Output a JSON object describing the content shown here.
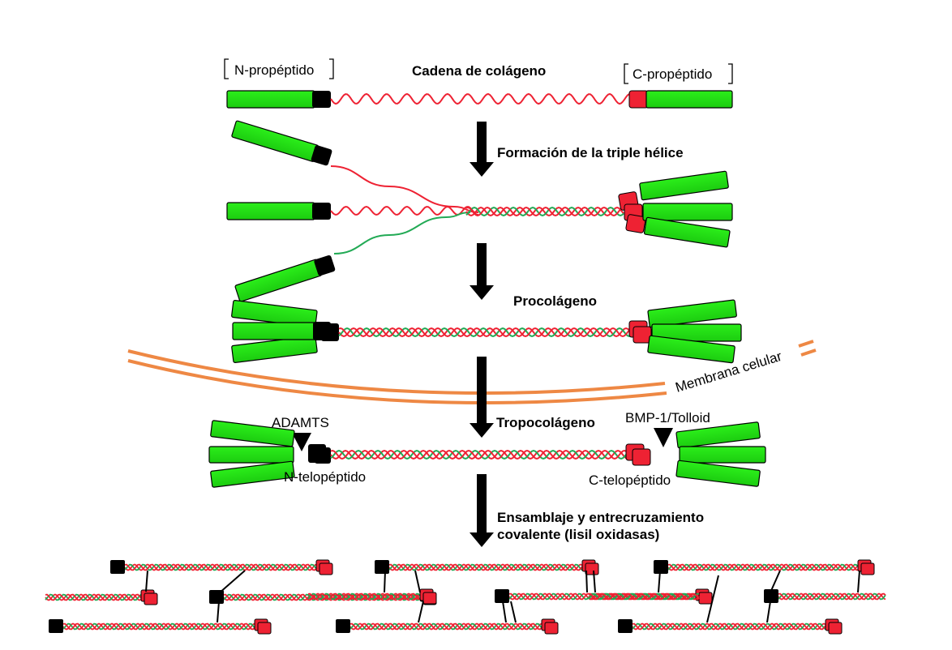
{
  "labels": {
    "chain": "Cadena de colágeno",
    "n_propeptide": "N-propéptido",
    "c_propeptide": "C-propéptido",
    "triple_helix": "Formación de la triple hélice",
    "procollagen": "Procolágeno",
    "membrane": "Membrana celular",
    "tropocollagen": "Tropocolágeno",
    "adamts": "ADAMTS",
    "bmp": "BMP-1/Tolloid",
    "n_telopeptide": "N-telopéptido",
    "c_telopeptide": "C-telopéptido",
    "assembly_line1": "Ensamblaje y entrecruzamiento",
    "assembly_line2": "covalente (lisil oxidasas)"
  },
  "colors": {
    "propeptide_green": "#22dd11",
    "chain_red": "#ee2233",
    "chain_green": "#22aa55",
    "membrane": "#ee8844",
    "block_black": "#000000"
  },
  "icons": [
    "arrow-down-icon",
    "cleavage-triangle-icon"
  ]
}
